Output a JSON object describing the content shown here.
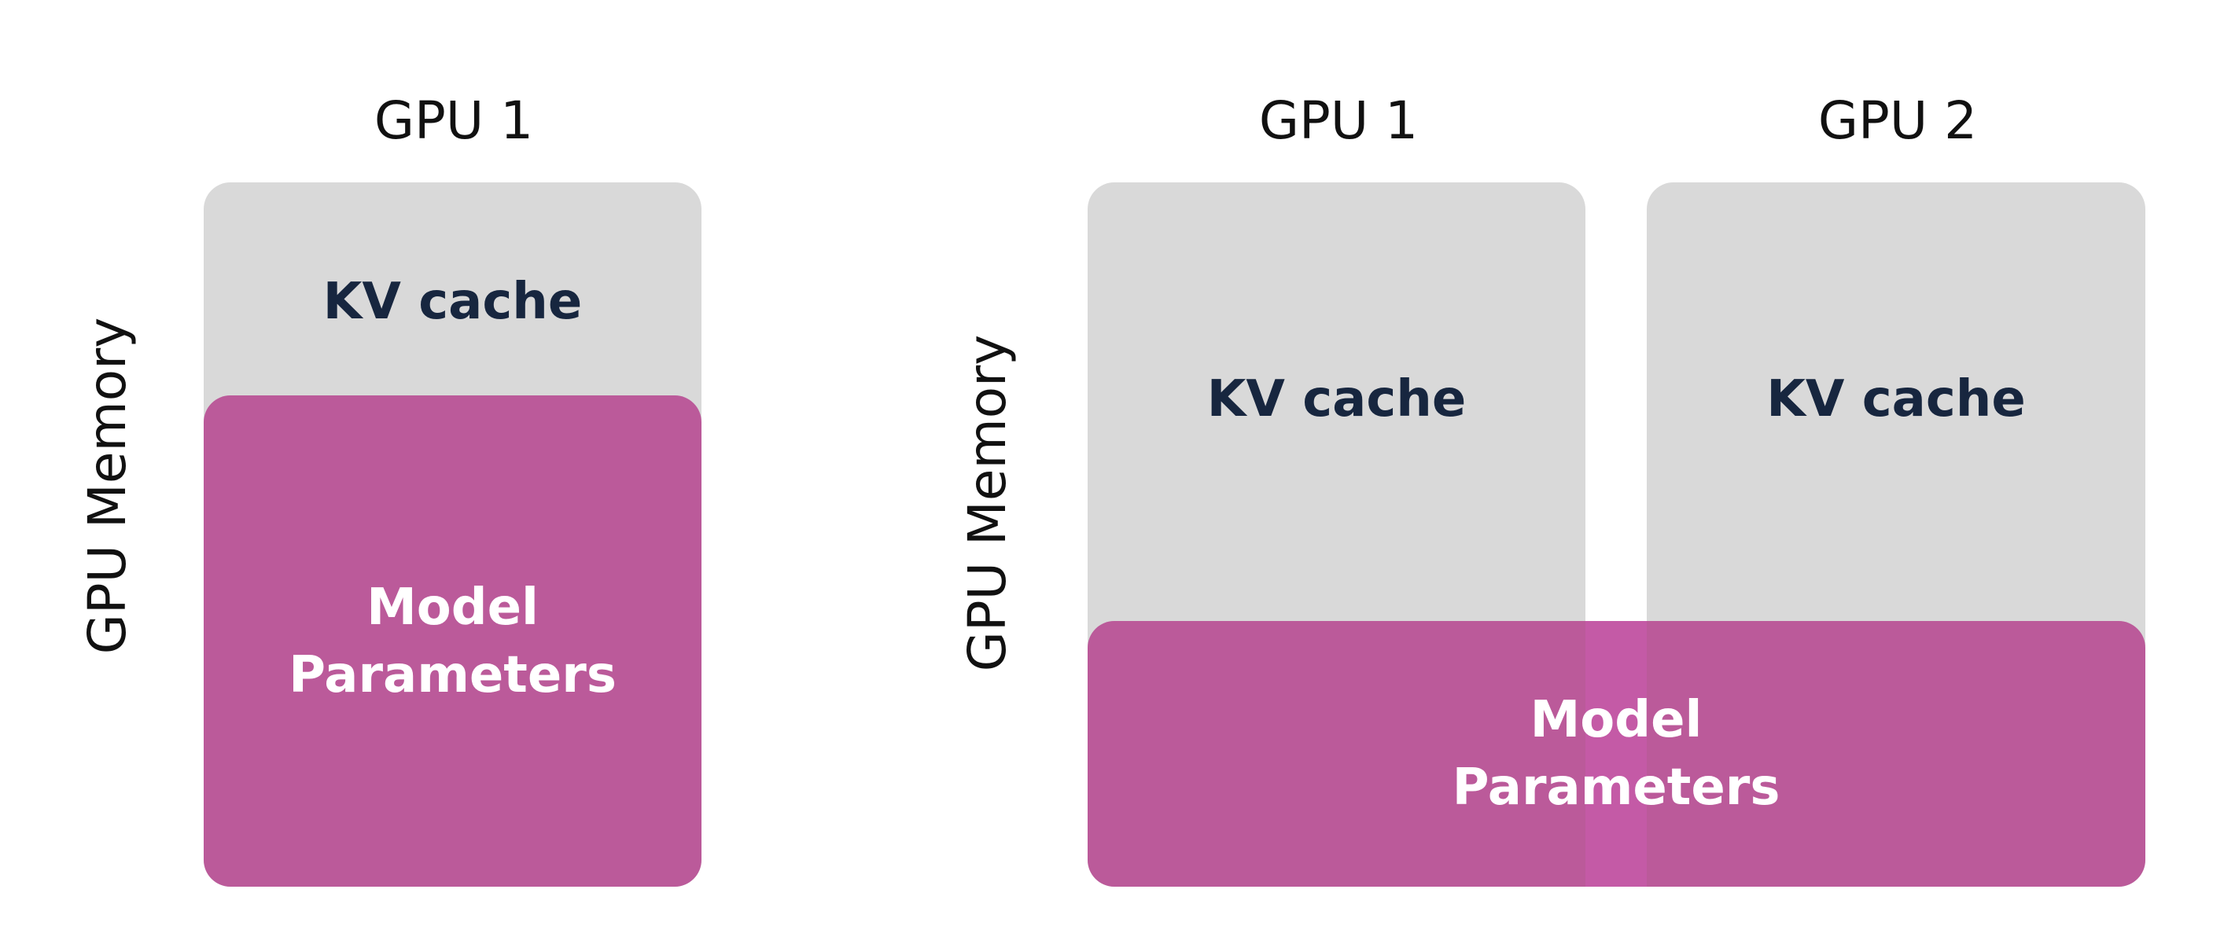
{
  "left_diagram": {
    "gpu_label": "GPU 1",
    "axis_label": "GPU Memory",
    "kv_cache_label": "KV cache",
    "model_params_label": [
      "Model",
      "Parameters"
    ]
  },
  "right_diagram": {
    "axis_label": "GPU Memory",
    "gpus": [
      {
        "label": "GPU 1",
        "kv_cache_label": "KV cache"
      },
      {
        "label": "GPU 2",
        "kv_cache_label": "KV cache"
      }
    ],
    "model_params_label": [
      "Model",
      "Parameters"
    ]
  },
  "colors": {
    "memory_box": "#d9d9d9",
    "model_parameters": "#bb5a9a",
    "kv_cache_text": "#17263f",
    "model_parameters_text": "#ffffff"
  }
}
